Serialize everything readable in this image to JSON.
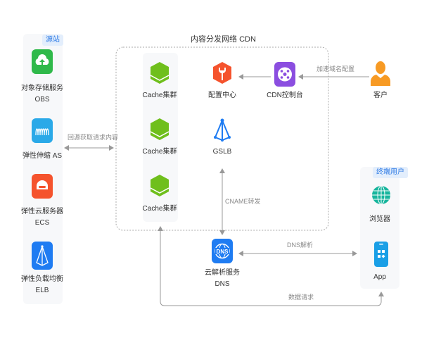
{
  "diagram": {
    "title": "内容分发网络 CDN",
    "origin_panel": {
      "badge": "源站",
      "items": [
        {
          "name": "对象存储服务",
          "sub": "OBS",
          "icon": "cloud-upload-icon",
          "color": "#2fb94a"
        },
        {
          "name": "弹性伸缩 AS",
          "sub": "",
          "icon": "scaling-icon",
          "color": "#2aa9e8"
        },
        {
          "name": "弹性云服务器",
          "sub": "ECS",
          "icon": "server-icon",
          "color": "#f5532d"
        },
        {
          "name": "弹性负载均衡",
          "sub": "ELB",
          "icon": "load-balancer-icon",
          "color": "#1f7cf2"
        }
      ]
    },
    "cdn": {
      "cache_clusters": [
        {
          "name": "Cache集群",
          "color": "#6fbf1c"
        },
        {
          "name": "Cache集群",
          "color": "#6fbf1c"
        },
        {
          "name": "Cache集群",
          "color": "#6fbf1c"
        }
      ],
      "config_center": {
        "name": "配置中心",
        "icon": "wrench-icon",
        "color": "#f5532d"
      },
      "console": {
        "name": "CDN控制台",
        "icon": "console-icon",
        "color": "#8b4ee0"
      },
      "gslb": {
        "name": "GSLB",
        "icon": "gslb-icon",
        "color": "#1f7cf2"
      }
    },
    "customer": {
      "name": "客户",
      "icon": "person-icon",
      "color": "#f79a24"
    },
    "dns": {
      "name": "云解析服务",
      "sub": "DNS",
      "icon": "dns-icon",
      "color": "#1f7cf2",
      "glyph": "DNS"
    },
    "end_users": {
      "badge": "终端用户",
      "items": [
        {
          "name": "浏览器",
          "icon": "globe-icon",
          "color": "#17b59d"
        },
        {
          "name": "App",
          "icon": "app-icon",
          "color": "#1a9fe6"
        }
      ]
    },
    "edges": {
      "origin_fetch": "回源获取请求内容",
      "domain_config": "加速域名配置",
      "cname": "CNAME转发",
      "dns_resolve": "DNS解析",
      "data_request": "数据请求"
    }
  }
}
